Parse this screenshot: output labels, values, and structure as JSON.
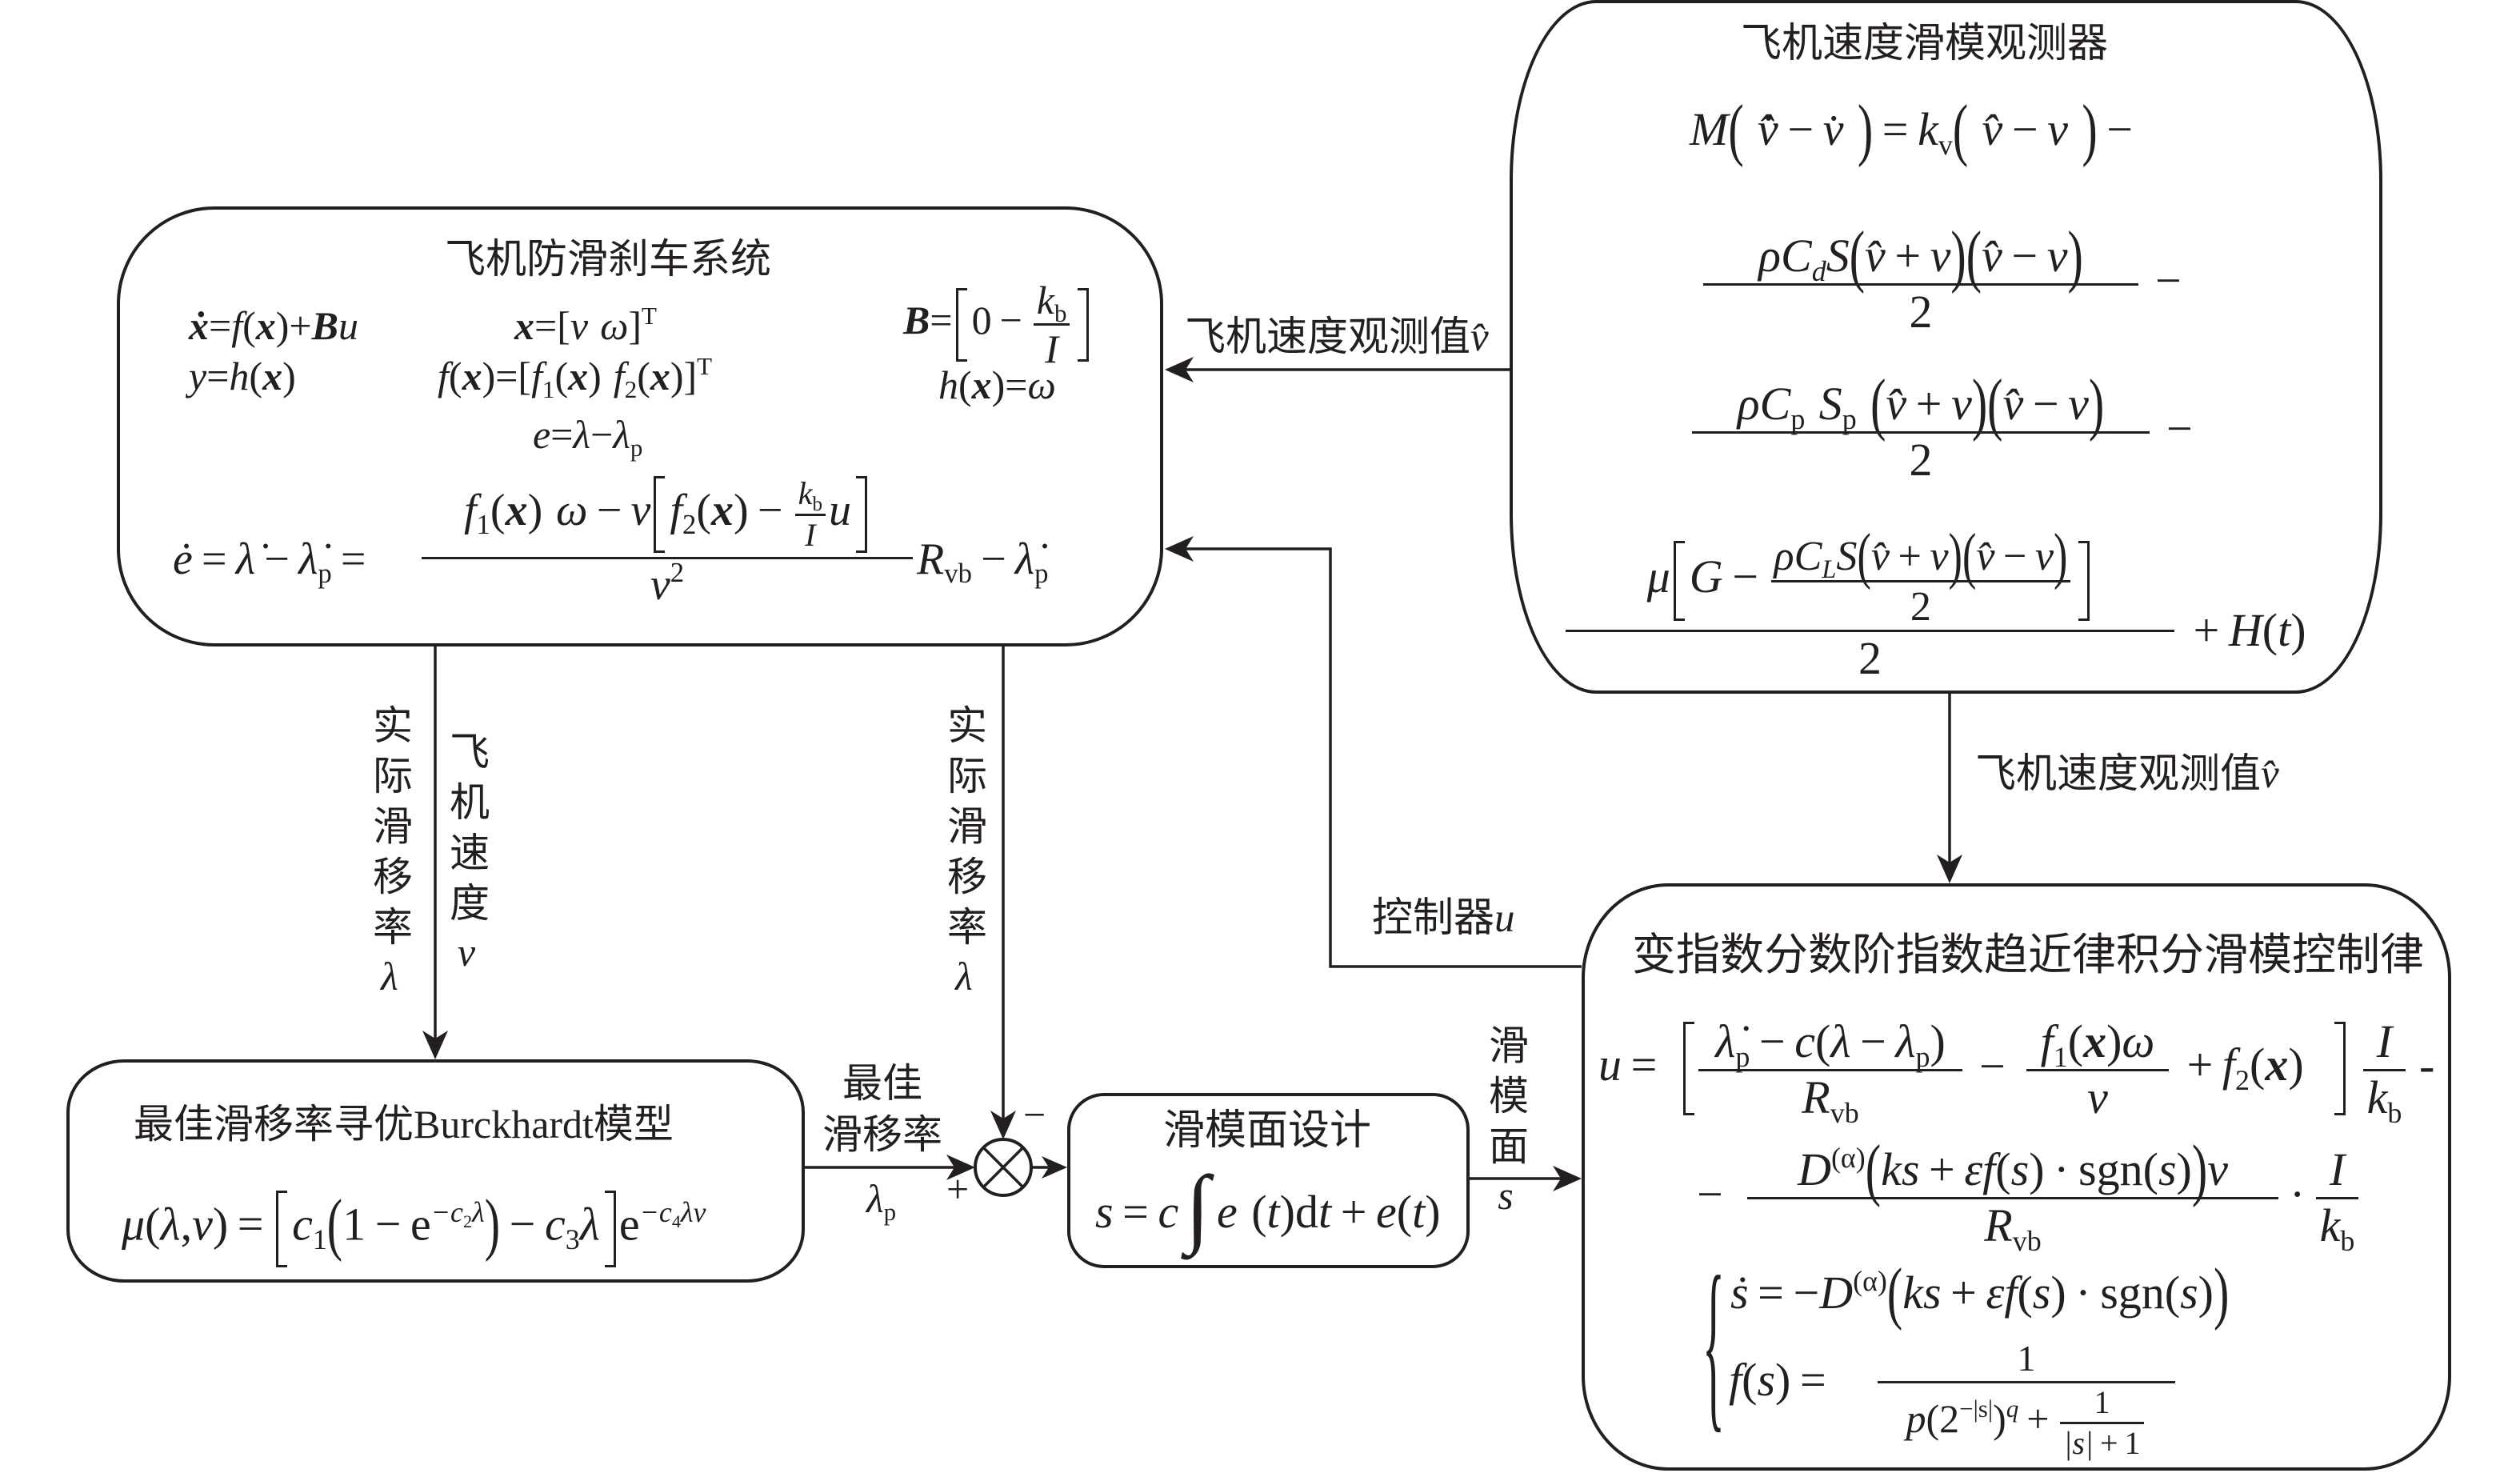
{
  "colors": {
    "ink": "#231f20",
    "background": "#ffffff"
  },
  "plant": {
    "title": "飞机防滑刹车系统",
    "state_eq": [
      "ẋ",
      "=",
      "f",
      "(",
      "x",
      ")+",
      "B",
      "u"
    ],
    "state_vec": [
      "x",
      "=[",
      "v",
      "ω",
      "]",
      "T"
    ],
    "input_matrix": [
      "B",
      "=",
      "0",
      "−",
      "k",
      "b",
      "I"
    ],
    "output_eq": [
      "y",
      "=",
      "h",
      "(",
      "x",
      ")"
    ],
    "f_vec": [
      "f",
      "(",
      "x",
      ")=[",
      "f",
      "1",
      "(",
      "x",
      ")",
      "f",
      "2",
      "(",
      "x",
      ")]",
      "T"
    ],
    "h_eq": [
      "h",
      "(",
      "x",
      ")=",
      "ω"
    ],
    "error_eq": [
      "e",
      "=",
      "λ",
      "−",
      "λ",
      "p"
    ],
    "error_dot": {
      "lhs": [
        "ė",
        "=",
        "λ̇",
        "−",
        "λ̇",
        "p",
        "="
      ],
      "num": [
        "f",
        "1",
        "(",
        "x",
        ")",
        "ω",
        "−",
        "v",
        "f",
        "2",
        "(",
        "x",
        ")",
        "−",
        "k",
        "b",
        "I",
        "u"
      ],
      "den": [
        "v",
        "2"
      ],
      "tail": [
        "R",
        "vb",
        "−",
        "λ̇",
        "p"
      ]
    }
  },
  "observer": {
    "title": "飞机速度滑模观测器",
    "line1": [
      "M",
      "(",
      "v̂̇",
      "−",
      "v̇",
      ")",
      "=",
      "k",
      "v",
      "(",
      "v̂",
      "−",
      "v",
      ")",
      "−"
    ],
    "drag_term": {
      "num": [
        "ρ",
        "C",
        "d",
        "S",
        "(",
        "v̂",
        "+",
        "v",
        ")",
        "(",
        "v̂",
        "−",
        "v",
        ")"
      ],
      "den": "2",
      "op": "−"
    },
    "pressure_term": {
      "num": [
        "ρ",
        "C",
        "p",
        "S",
        "p",
        "(",
        "v̂",
        "+",
        "v",
        ")",
        "(",
        "v̂",
        "−",
        "v",
        ")"
      ],
      "den": "2",
      "op": "−"
    },
    "friction_term": {
      "num": [
        "μ",
        "G",
        "−"
      ],
      "inner_num": [
        "ρ",
        "C",
        "L",
        "S",
        "(",
        "v̂",
        "+",
        "v",
        ")",
        "(",
        "v̂",
        "−",
        "v",
        ")"
      ],
      "inner_den": "2",
      "den": "2",
      "tail": [
        "+",
        "H",
        "(",
        "t",
        ")"
      ]
    }
  },
  "burckhardt": {
    "title": "最佳滑移率寻优Burckhardt模型",
    "formula": [
      "μ",
      "(",
      "λ",
      ",",
      "v",
      ")",
      "=",
      "c",
      "1",
      "(",
      "1",
      "−",
      "e",
      "−c",
      "2",
      "λ",
      ")",
      "−",
      "c",
      "3",
      "λ",
      "e",
      "−c",
      "4",
      "λv"
    ]
  },
  "sliding_surface": {
    "title": "滑模面设计",
    "formula": [
      "s",
      "=",
      "c",
      "∫",
      "e",
      "(",
      "t",
      ")",
      "d",
      "t",
      "+",
      "e",
      "(",
      "t",
      ")"
    ]
  },
  "control_law": {
    "title": "变指数分数阶指数趋近律积分滑模控制律",
    "line1": {
      "lhs": [
        "u",
        "="
      ],
      "frac1_num": [
        "λ̇",
        "p",
        "−",
        "c",
        "(",
        "λ",
        "−",
        "λ",
        "p",
        ")"
      ],
      "frac1_den": [
        "R",
        "vb"
      ],
      "op1": "−",
      "frac2_num": [
        "f",
        "1",
        "(",
        "x",
        ")",
        "ω"
      ],
      "frac2_den": "v",
      "plus_term": [
        "+",
        "f",
        "2",
        "(",
        "x",
        ")"
      ],
      "frac3_num": "I",
      "frac3_den": [
        "k",
        "b"
      ],
      "op2": "-"
    },
    "line2": {
      "op": "−",
      "num": [
        "D",
        "(α)",
        "(",
        "k",
        "s",
        "+",
        "ε",
        "f",
        "(",
        "s",
        ")",
        "·",
        "sgn",
        "(",
        "s",
        ")",
        ")",
        "v"
      ],
      "den": [
        "R",
        "vb"
      ],
      "dot": "·",
      "frac_num": "I",
      "frac_den": [
        "k",
        "b"
      ]
    },
    "reaching_law": {
      "brace": "{",
      "sdot": [
        "ṡ",
        "=",
        "−",
        "D",
        "(α)",
        "(",
        "k",
        "s",
        "+",
        "ε",
        "f",
        "(",
        "s",
        ")",
        "·",
        "sgn",
        "(",
        "s",
        ")",
        ")"
      ],
      "fs_lhs": [
        "f",
        "(",
        "s",
        ")",
        "="
      ],
      "fs_num": "1",
      "fs_den": [
        "p",
        "(",
        "2",
        "−|s|",
        ")",
        "q",
        "+"
      ],
      "fs_inner_num": "1",
      "fs_inner_den": [
        "|s|",
        "+",
        "1"
      ]
    }
  },
  "signals": {
    "observer_to_plant": {
      "text": "飞机速度观测值",
      "symbol": "v̂"
    },
    "observer_to_control": {
      "text": "飞机速度观测值",
      "symbol": "v̂"
    },
    "controller_output": {
      "text": "控制器",
      "symbol": "u"
    },
    "actual_slip_to_model": {
      "text": "实际滑移率",
      "symbol": "λ"
    },
    "aircraft_speed": {
      "text": "飞机速度",
      "symbol": "v"
    },
    "actual_slip_to_junction": {
      "text": "实际滑移率",
      "symbol": "λ"
    },
    "optimal_slip": {
      "line1": "最佳",
      "line2": "滑移率",
      "symbol": "λ",
      "subscript": "p"
    },
    "sliding_surface": {
      "text": "滑模面",
      "symbol": "s"
    }
  },
  "summing_junction": {
    "plus": "+",
    "minus": "−"
  }
}
